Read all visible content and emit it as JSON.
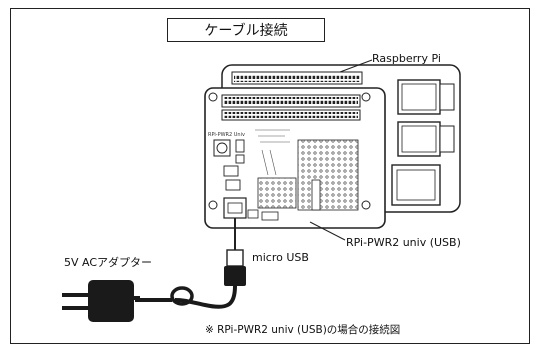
{
  "title": "ケーブル接続",
  "labels": {
    "raspberry_pi": "Raspberry Pi",
    "board_name": "RPi-PWR2 univ (USB)",
    "micro_usb": "micro USB",
    "ac_adapter": "5V ACアダプター"
  },
  "caption": "※ RPi-PWR2 univ (USB)の場合の接続図",
  "board_silk": {
    "name": "RPi-PWR2 Univ"
  },
  "colors": {
    "line": "#222222",
    "board_fill": "#ffffff",
    "adapter_fill": "#1a1a1a"
  }
}
